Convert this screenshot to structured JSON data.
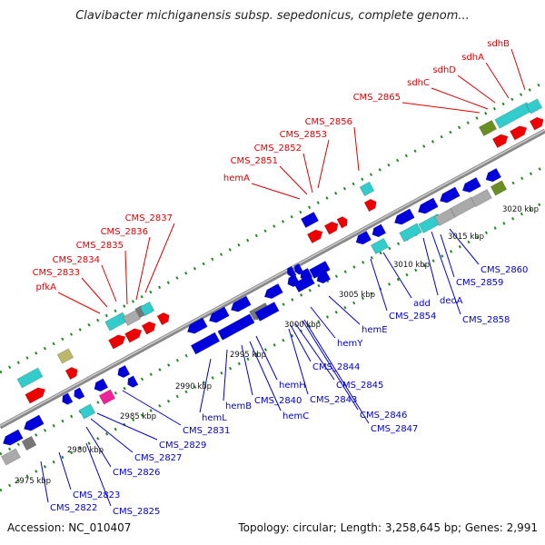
{
  "title": "Clavibacter michiganensis subsp. sepedonicus, complete genom...",
  "accession": "Accession: NC_010407",
  "summary": "Topology: circular; Length: 3,258,645 bp; Genes: 2,991",
  "colors": {
    "forward_label": "#dd0000",
    "reverse_label": "#0000cc",
    "cds_blue": "#0000dd",
    "cds_red": "#ee0000",
    "cds_cyan": "#33cccc",
    "cds_olive": "#6b8e23",
    "cds_khaki": "#bdb76b",
    "cds_grey": "#aaaaaa",
    "cds_dark_grey": "#777777",
    "cds_magenta": "#ee2299",
    "tick_green": "#228b22",
    "backbone": "#888888"
  },
  "scale_ticks": [
    "2975 kbp",
    "2980 kbp",
    "2985 kbp",
    "2990 kbp",
    "2995 kbp",
    "3000 kbp",
    "3005 kbp",
    "3010 kbp",
    "3015 kbp",
    "3020 kbp"
  ],
  "forward_labels": [
    "pfkA",
    "CMS_2833",
    "CMS_2834",
    "CMS_2835",
    "CMS_2836",
    "CMS_2837",
    "hemA",
    "CMS_2851",
    "CMS_2852",
    "CMS_2853",
    "CMS_2856",
    "CMS_2865",
    "sdhC",
    "sdhD",
    "sdhA",
    "sdhB"
  ],
  "reverse_labels": [
    "CMS_2822",
    "CMS_2823",
    "CMS_2825",
    "CMS_2826",
    "CMS_2827",
    "CMS_2829",
    "CMS_2831",
    "hemL",
    "hemB",
    "CMS_2840",
    "hemC",
    "hemH",
    "CMS_2843",
    "CMS_2844",
    "CMS_2845",
    "CMS_2846",
    "CMS_2847",
    "hemY",
    "hemE",
    "CMS_2854",
    "add",
    "deoA",
    "CMS_2858",
    "CMS_2859",
    "CMS_2860"
  ]
}
